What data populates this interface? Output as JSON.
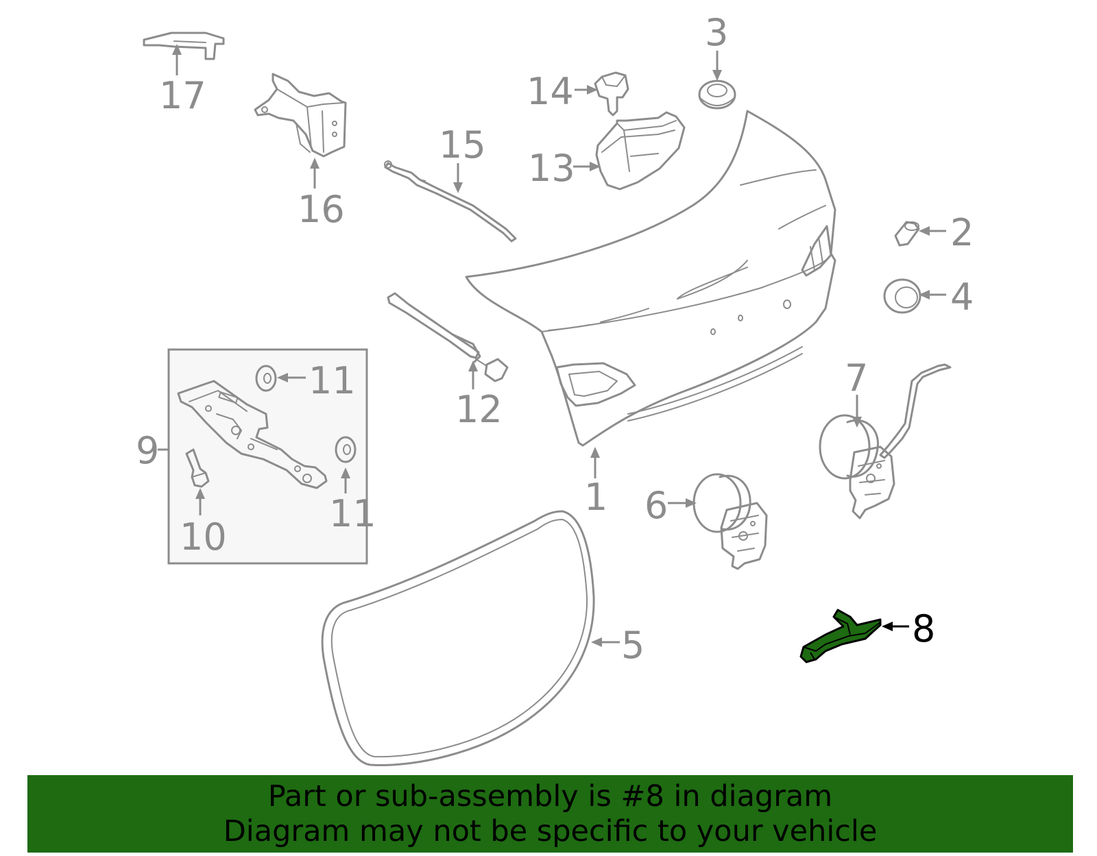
{
  "callouts": {
    "c1": "1",
    "c2": "2",
    "c3": "3",
    "c4": "4",
    "c5": "5",
    "c6": "6",
    "c7": "7",
    "c8": "8",
    "c9": "9",
    "c10": "10",
    "c11a": "11",
    "c11b": "11",
    "c12": "12",
    "c13": "13",
    "c14": "14",
    "c15": "15",
    "c16": "16",
    "c17": "17"
  },
  "highlight_part": "8",
  "colors": {
    "part_stroke": "#8c8c8c",
    "highlight_fill": "#1e6b12",
    "banner_bg": "#1e6b12",
    "inset_bg": "#f7f7f7"
  },
  "banner": {
    "line1": "Part or sub-assembly is #8 in diagram",
    "line2": "Diagram may not be specific to your vehicle"
  }
}
